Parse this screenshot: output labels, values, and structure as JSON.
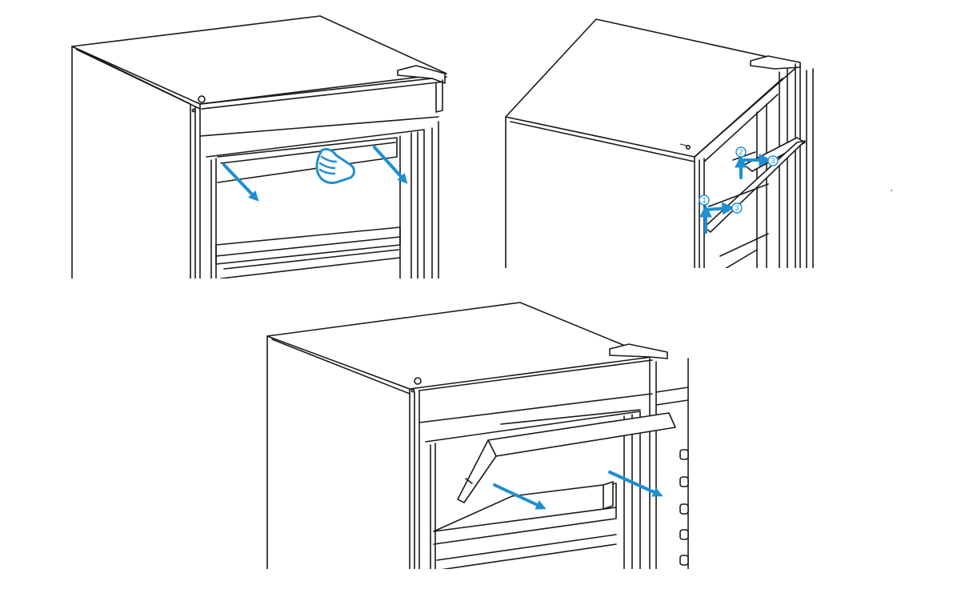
{
  "figure": {
    "accent_color": "#1e8fd1",
    "line_color": "#1a1a1a",
    "panels": [
      {
        "id": "panel-1",
        "icon": "hand-push-icon"
      },
      {
        "id": "panel-2",
        "steps": [
          "1",
          "2",
          "3",
          "3"
        ]
      },
      {
        "id": "panel-3"
      }
    ]
  }
}
